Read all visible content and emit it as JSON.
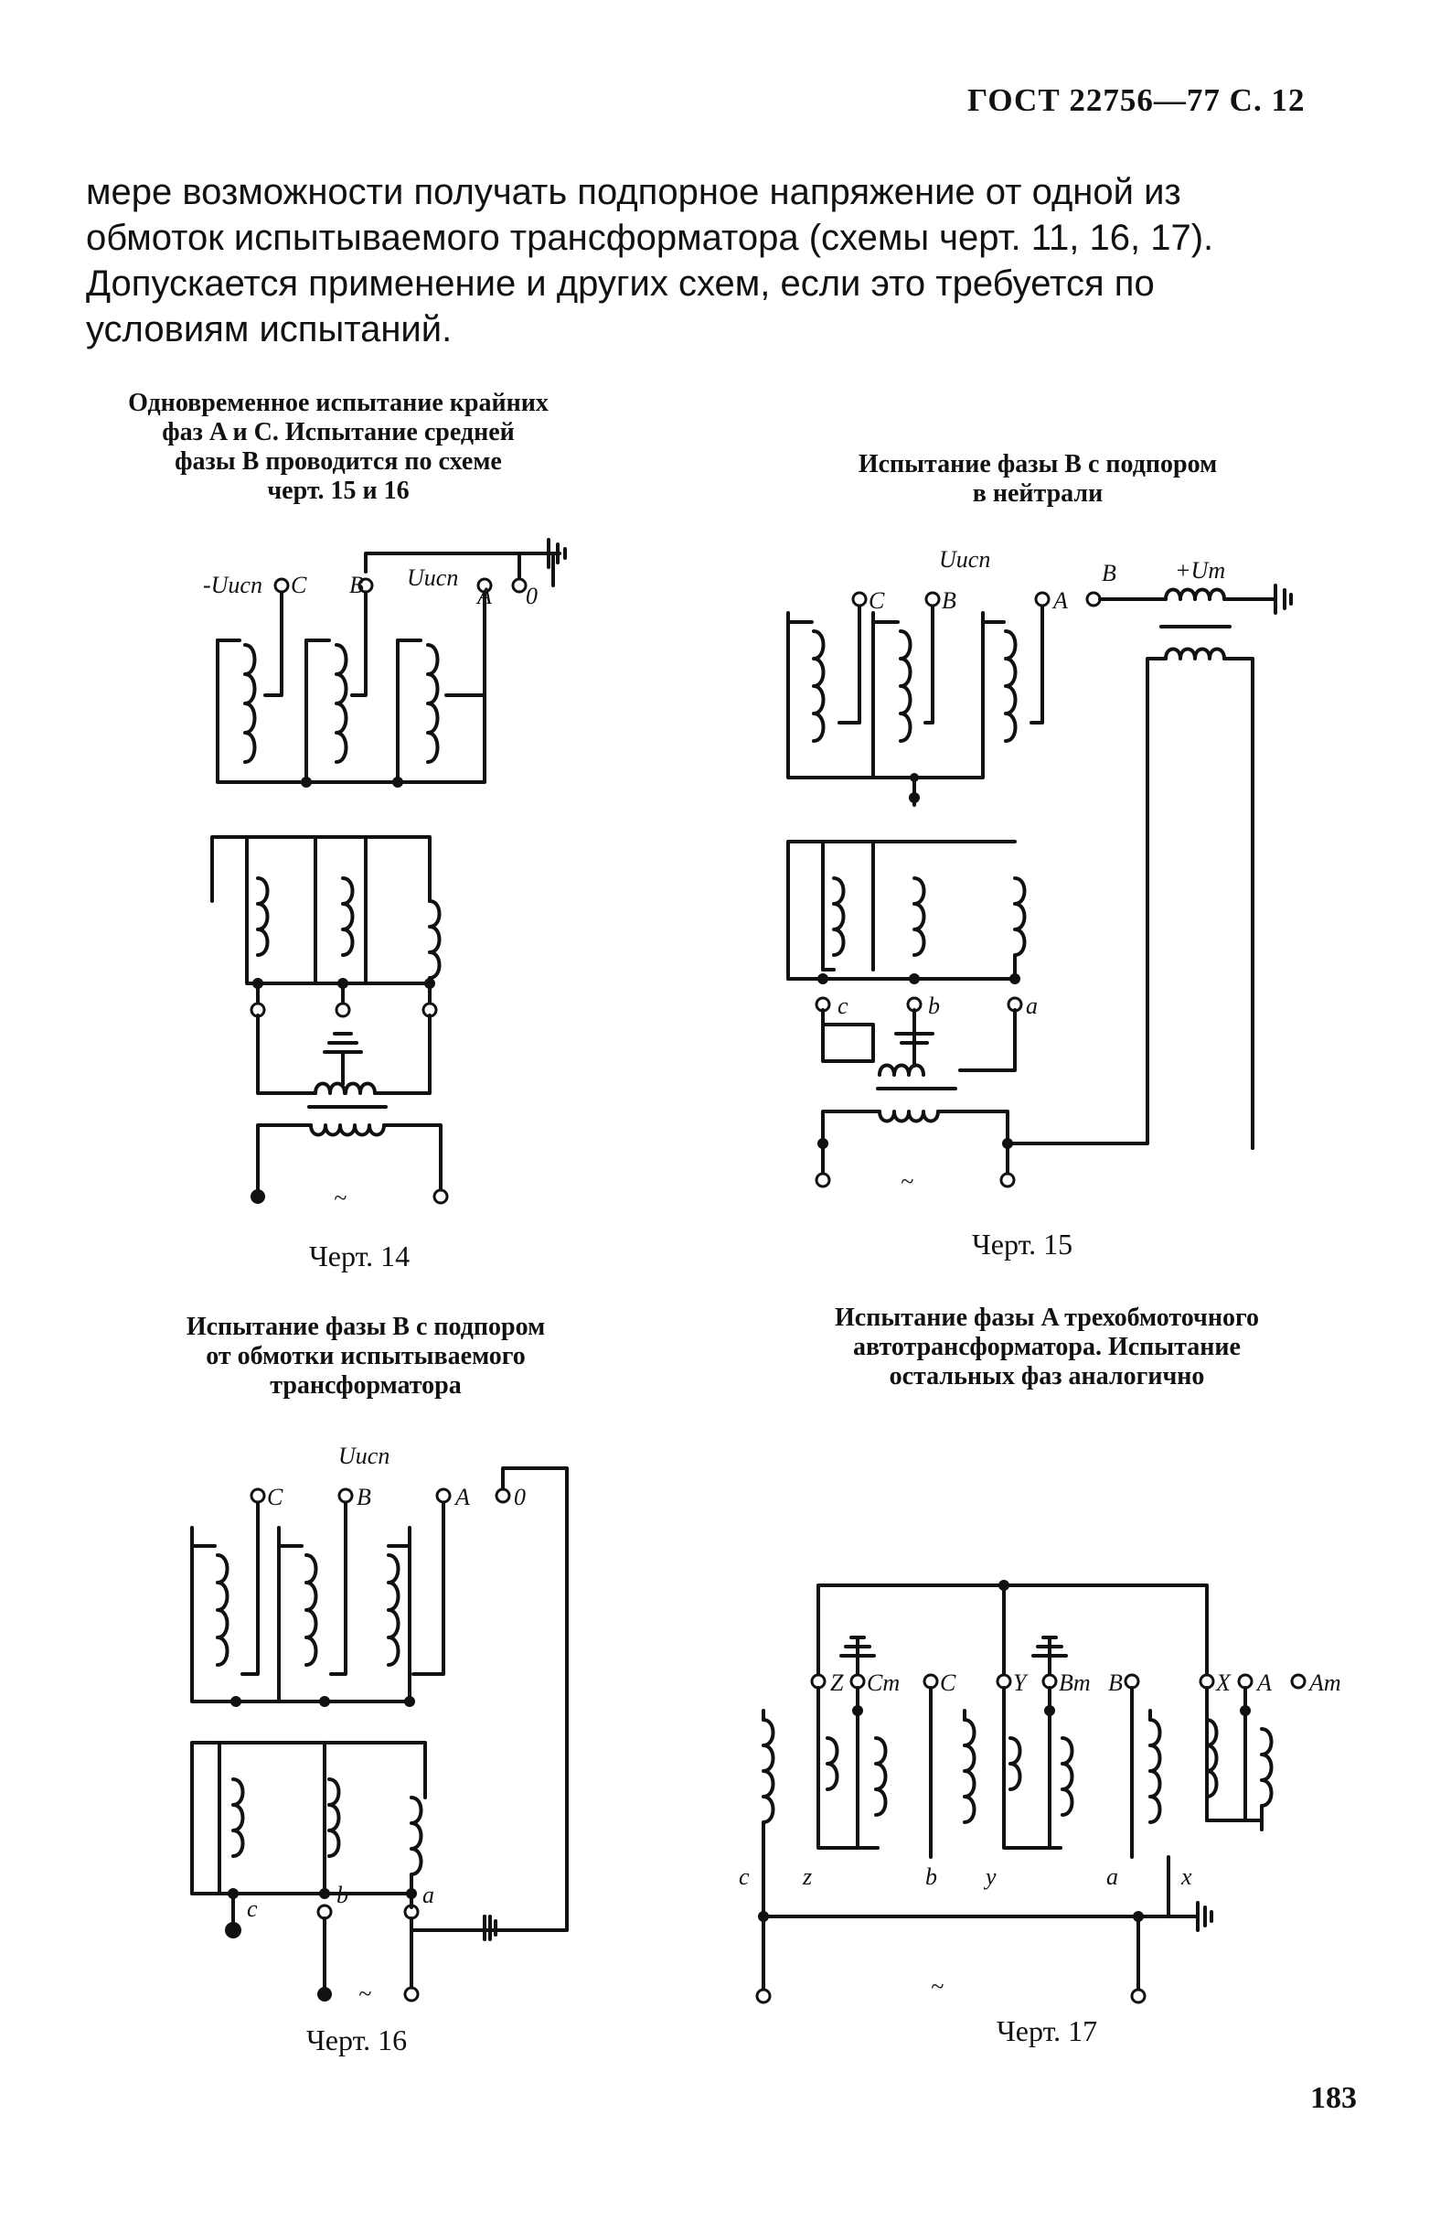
{
  "header": {
    "text": "ГОСТ  22756—77  С. 12"
  },
  "paragraph": {
    "lines": [
      "мере возможности получать подпорное напряжение от одной из",
      "обмоток испытываемого трансформатора (схемы черт. 11, 16, 17).",
      "Допускается применение и других схем, если это требуется по",
      "условиям испытаний."
    ]
  },
  "figures": [
    {
      "title_lines": [
        "Одновременное испытание крайних",
        "фаз A и C. Испытание средней",
        "фазы B проводится по схеме",
        "черт. 15 и 16"
      ],
      "caption": "Черт. 14",
      "labels": {
        "u_minus": "-Uисп",
        "c": "C",
        "b": "B",
        "u_plus": "Uисп",
        "a": "A",
        "zero": "0",
        "ac": "~"
      }
    },
    {
      "title_lines": [
        "Испытание фазы B с подпором",
        "в нейтрали"
      ],
      "caption": "Черт. 15",
      "labels": {
        "u": "Uисп",
        "c": "C",
        "b": "B",
        "a": "A",
        "neutral": "B",
        "um": "+Um",
        "c_low": "c",
        "b_low": "b",
        "a_low": "a",
        "ac": "~"
      }
    },
    {
      "title_lines": [
        "Испытание фазы B с подпором",
        "от обмотки испытываемого",
        "трансформатора"
      ],
      "caption": "Черт. 16",
      "labels": {
        "u": "Uисп",
        "c": "C",
        "b": "B",
        "a": "A",
        "zero": "0",
        "c_low": "c",
        "b_low": "b",
        "a_low": "a",
        "ac": "~"
      }
    },
    {
      "title_lines": [
        "Испытание фазы A трехобмоточного",
        "автотрансформатора. Испытание",
        "остальных фаз аналогично"
      ],
      "caption": "Черт. 17",
      "labels": {
        "z": "Z",
        "cm": "Cm",
        "c": "C",
        "y": "Y",
        "bm": "Bm",
        "b": "B",
        "x": "X",
        "a": "A",
        "am": "Am",
        "c_low": "c",
        "z_low": "z",
        "b_low": "b",
        "y_low": "y",
        "a_low": "a",
        "x_low": "x",
        "ac": "~"
      }
    }
  ],
  "page_number": "183"
}
